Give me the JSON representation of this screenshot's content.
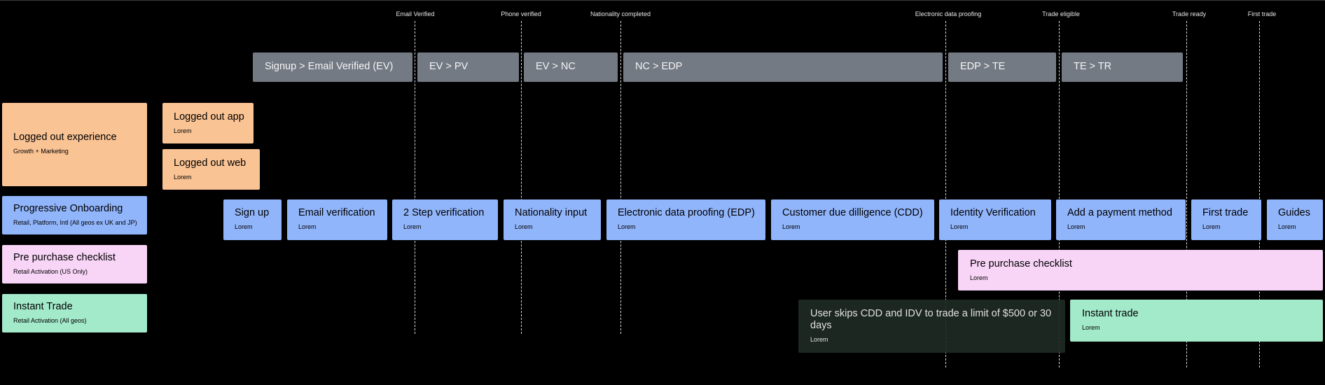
{
  "milestones": [
    {
      "id": "email",
      "label": "Email Verified"
    },
    {
      "id": "phone",
      "label": "Phone verified"
    },
    {
      "id": "nationality",
      "label": "Nationality completed"
    },
    {
      "id": "edp",
      "label": "Electronic data proofing"
    },
    {
      "id": "trade-eligible",
      "label": "Trade eligible"
    },
    {
      "id": "trade-ready",
      "label": "Trade ready"
    },
    {
      "id": "first-trade",
      "label": "First trade"
    }
  ],
  "phases": [
    {
      "label": "Signup > Email Verified (EV)"
    },
    {
      "label": "EV > PV"
    },
    {
      "label": "EV > NC"
    },
    {
      "label": "NC > EDP"
    },
    {
      "label": "EDP > TE"
    },
    {
      "label": "TE > TR"
    }
  ],
  "lanes": [
    {
      "title": "Logged out experience",
      "subtitle": "Growth + Marketing"
    },
    {
      "title": "Progressive Onboarding",
      "subtitle": "Retail, Platform, Intl (All geos ex UK and JP)"
    },
    {
      "title": "Pre purchase checklist",
      "subtitle": "Retail Activation (US Only)"
    },
    {
      "title": "Instant Trade",
      "subtitle": "Retail Activation (All geos)"
    }
  ],
  "logged_out": [
    {
      "title": "Logged out app",
      "subtitle": "Lorem"
    },
    {
      "title": "Logged out web",
      "subtitle": "Lorem"
    }
  ],
  "onboarding_steps": [
    {
      "title": "Sign up",
      "subtitle": "Lorem"
    },
    {
      "title": "Email verification",
      "subtitle": "Lorem"
    },
    {
      "title": "2 Step verification",
      "subtitle": "Lorem"
    },
    {
      "title": "Nationality input",
      "subtitle": "Lorem"
    },
    {
      "title": "Electronic data proofing (EDP)",
      "subtitle": "Lorem"
    },
    {
      "title": "Customer due dilligence (CDD)",
      "subtitle": "Lorem"
    },
    {
      "title": "Identity Verification",
      "subtitle": "Lorem"
    },
    {
      "title": "Add a payment method",
      "subtitle": "Lorem"
    },
    {
      "title": "First trade",
      "subtitle": "Lorem"
    },
    {
      "title": "Guides",
      "subtitle": "Lorem"
    }
  ],
  "checklist_bar": {
    "title": "Pre purchase checklist",
    "subtitle": "Lorem"
  },
  "skip_note": {
    "title": "User skips CDD and IDV to trade a limit of $500 or 30 days",
    "subtitle": "Lorem"
  },
  "instant_trade_bar": {
    "title": "Instant trade",
    "subtitle": "Lorem"
  }
}
